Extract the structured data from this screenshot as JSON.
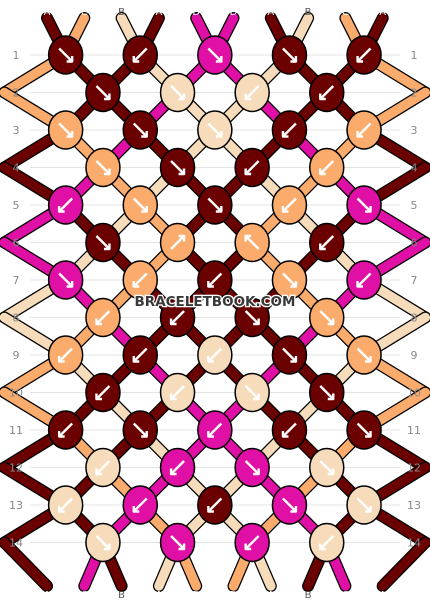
{
  "watermark": "BRACELETBOOK.COM",
  "colors": {
    "A": "#6b0000",
    "B": "#f7dcbc",
    "C": "#fbac6c",
    "D": "#e00fa5"
  },
  "strings_top": [
    "A",
    "C",
    "B",
    "A",
    "D",
    "D",
    "A",
    "B",
    "C",
    "A"
  ],
  "strings_bottom": [
    "A",
    "C",
    "B",
    "A",
    "D",
    "D",
    "A",
    "B",
    "C",
    "A"
  ],
  "row_numbers": [
    "1",
    "2",
    "3",
    "4",
    "5",
    "6",
    "7",
    "8",
    "9",
    "10",
    "11",
    "12",
    "13",
    "14"
  ],
  "knot_rows": [
    [
      {
        "c": "A",
        "d": "se"
      },
      {
        "c": "A",
        "d": "sw"
      },
      {
        "c": "D",
        "d": "se"
      },
      {
        "c": "A",
        "d": "se"
      },
      {
        "c": "A",
        "d": "sw"
      }
    ],
    [
      {
        "c": "A",
        "d": "se"
      },
      {
        "c": "B",
        "d": "se"
      },
      {
        "c": "B",
        "d": "sw"
      },
      {
        "c": "A",
        "d": "sw"
      }
    ],
    [
      {
        "c": "C",
        "d": "se"
      },
      {
        "c": "A",
        "d": "se"
      },
      {
        "c": "B",
        "d": "se"
      },
      {
        "c": "A",
        "d": "sw"
      },
      {
        "c": "C",
        "d": "sw"
      }
    ],
    [
      {
        "c": "C",
        "d": "se"
      },
      {
        "c": "A",
        "d": "se"
      },
      {
        "c": "A",
        "d": "sw"
      },
      {
        "c": "C",
        "d": "sw"
      }
    ],
    [
      {
        "c": "D",
        "d": "sw"
      },
      {
        "c": "C",
        "d": "se"
      },
      {
        "c": "A",
        "d": "se"
      },
      {
        "c": "C",
        "d": "sw"
      },
      {
        "c": "D",
        "d": "se"
      }
    ],
    [
      {
        "c": "A",
        "d": "se"
      },
      {
        "c": "C",
        "d": "ne"
      },
      {
        "c": "C",
        "d": "nw"
      },
      {
        "c": "A",
        "d": "sw"
      }
    ],
    [
      {
        "c": "D",
        "d": "se"
      },
      {
        "c": "C",
        "d": "sw"
      },
      {
        "c": "A",
        "d": "sw"
      },
      {
        "c": "C",
        "d": "se"
      },
      {
        "c": "D",
        "d": "sw"
      }
    ],
    [
      {
        "c": "C",
        "d": "sw"
      },
      {
        "c": "A",
        "d": "sw"
      },
      {
        "c": "A",
        "d": "se"
      },
      {
        "c": "C",
        "d": "se"
      }
    ],
    [
      {
        "c": "C",
        "d": "sw"
      },
      {
        "c": "A",
        "d": "sw"
      },
      {
        "c": "B",
        "d": "sw"
      },
      {
        "c": "A",
        "d": "se"
      },
      {
        "c": "C",
        "d": "se"
      }
    ],
    [
      {
        "c": "A",
        "d": "sw"
      },
      {
        "c": "B",
        "d": "sw"
      },
      {
        "c": "B",
        "d": "se"
      },
      {
        "c": "A",
        "d": "se"
      }
    ],
    [
      {
        "c": "A",
        "d": "sw"
      },
      {
        "c": "A",
        "d": "se"
      },
      {
        "c": "D",
        "d": "sw"
      },
      {
        "c": "A",
        "d": "sw"
      },
      {
        "c": "A",
        "d": "se"
      }
    ],
    [
      {
        "c": "B",
        "d": "sw"
      },
      {
        "c": "D",
        "d": "sw"
      },
      {
        "c": "D",
        "d": "se"
      },
      {
        "c": "B",
        "d": "se"
      }
    ],
    [
      {
        "c": "B",
        "d": "sw"
      },
      {
        "c": "D",
        "d": "sw"
      },
      {
        "c": "A",
        "d": "sw"
      },
      {
        "c": "D",
        "d": "se"
      },
      {
        "c": "B",
        "d": "se"
      }
    ],
    [
      {
        "c": "B",
        "d": "se"
      },
      {
        "c": "D",
        "d": "se"
      },
      {
        "c": "D",
        "d": "sw"
      },
      {
        "c": "B",
        "d": "sw"
      }
    ]
  ]
}
